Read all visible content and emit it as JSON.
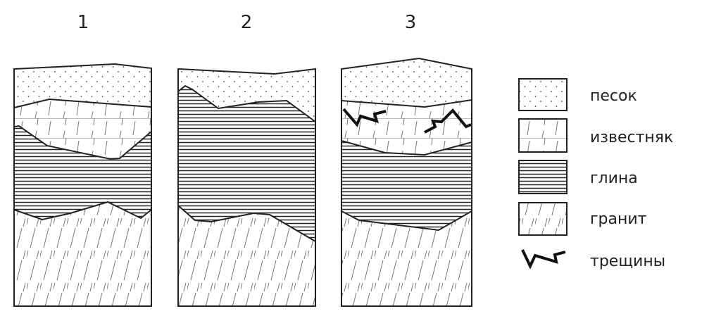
{
  "columns": [
    {
      "number": "1",
      "layers": [
        "песок",
        "известняк",
        "глина",
        "гранит"
      ]
    },
    {
      "number": "2",
      "layers": [
        "песок",
        "глина",
        "гранит"
      ]
    },
    {
      "number": "3",
      "layers": [
        "песок",
        "известняк",
        "глина",
        "гранит"
      ],
      "features": [
        "трещины"
      ]
    }
  ],
  "legend": [
    {
      "key": "sand",
      "label": "песок"
    },
    {
      "key": "limestone",
      "label": "известняк"
    },
    {
      "key": "clay",
      "label": "глина"
    },
    {
      "key": "granite",
      "label": "гранит"
    },
    {
      "key": "cracks",
      "label": "трещины"
    }
  ]
}
